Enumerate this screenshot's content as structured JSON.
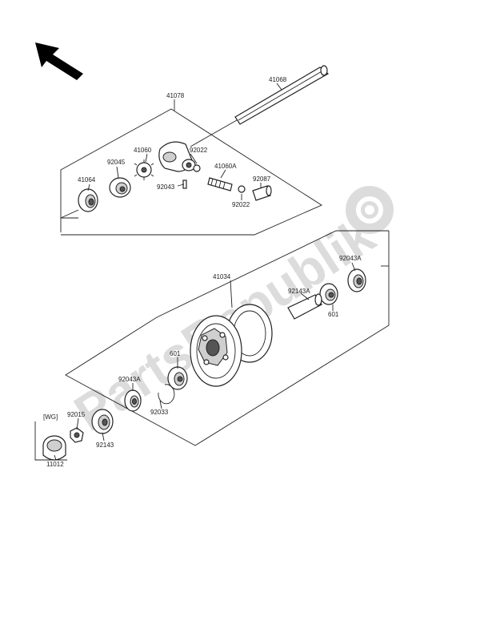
{
  "watermark": {
    "text": "PartsRepublik",
    "icon": "gear-icon"
  },
  "labels": {
    "p41078": "41078",
    "p41068": "41068",
    "p41060": "41060",
    "p92045": "92045",
    "p41064": "41064",
    "p92022a": "92022",
    "p92043": "92043",
    "p41060A": "41060A",
    "p92087": "92087",
    "p92022b": "92022",
    "p41034": "41034",
    "p92043A_r": "92043A",
    "p92143A": "92143A",
    "p601_r": "601",
    "p601_l": "601",
    "p92043A_l": "92043A",
    "p92033": "92033",
    "p92015": "92015",
    "pWG": "[WG]",
    "p92143": "92143",
    "p11012": "11012"
  },
  "colors": {
    "line": "#222222",
    "watermark": "#d9d9d9",
    "shade": "#cfcfcf"
  }
}
